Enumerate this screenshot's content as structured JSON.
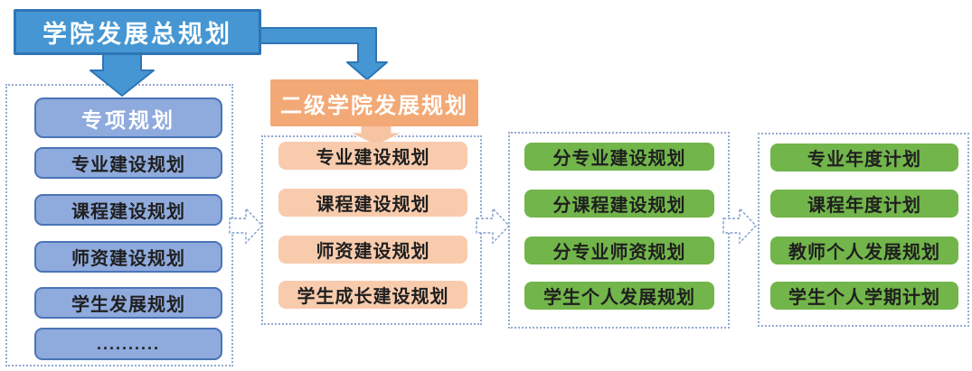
{
  "root": {
    "label": "学院发展总规划"
  },
  "secondary_root": {
    "label": "二级学院发展规划"
  },
  "columns": {
    "special": {
      "header": "专项规划",
      "items": [
        "专业建设规划",
        "课程建设规划",
        "师资建设规划",
        "学生发展规划",
        ".........."
      ]
    },
    "secondary": {
      "items": [
        "专业建设规划",
        "课程建设规划",
        "师资建设规划",
        "学生成长建设规划"
      ]
    },
    "departmental": {
      "items": [
        "分专业建设规划",
        "分课程建设规划",
        "分专业师资规划",
        "学生个人发展规划"
      ]
    },
    "individual": {
      "items": [
        "专业年度计划",
        "课程年度计划",
        "教师个人发展规划",
        "学生个人学期计划"
      ]
    }
  },
  "arrows": {
    "root_to_special": "thick-down-arrow",
    "root_to_secondary": "elbow-right-down-arrow",
    "secondary_to_items": "small-down-arrow",
    "column_flow": "dashed-right-block-arrow"
  },
  "colors": {
    "root_fill": "#4596d2",
    "root_border": "#2e75b6",
    "special_fill": "#8faadc",
    "special_border": "#4a74b8",
    "secondary_header_fill": "#f3a976",
    "secondary_item_fill": "#f8cbad",
    "green_fill": "#72b54a",
    "dashed_border": "#93abd0",
    "text": "#1f1f1f"
  }
}
